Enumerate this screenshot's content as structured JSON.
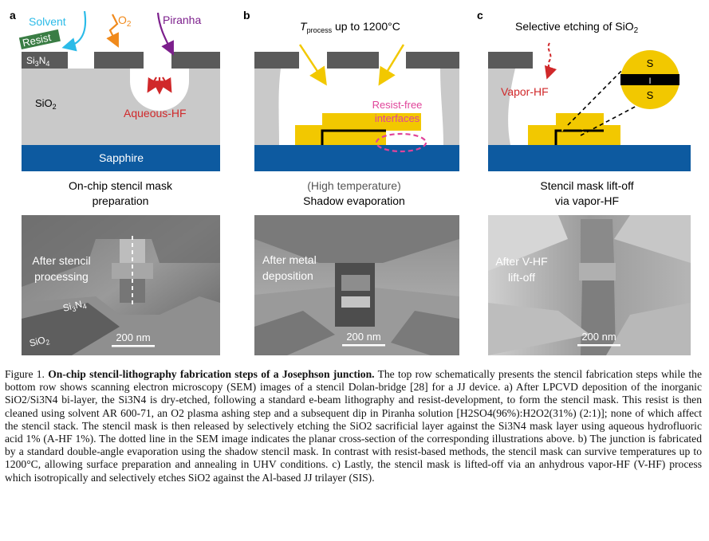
{
  "panels": [
    {
      "letter": "a",
      "labels": {
        "solvent": "Solvent",
        "o2": "O2",
        "piranha": "Piranha",
        "resist": "Resist",
        "si3n4": "Si3N4",
        "sio2": "SiO2",
        "aqueous_hf": "Aqueous-HF",
        "sapphire": "Sapphire"
      },
      "title_lines": [
        "On-chip stencil mask",
        "preparation"
      ],
      "sem": {
        "labels": [
          "After stencil",
          "processing"
        ],
        "si3n4": "Si3N4",
        "sio2": "SiO2",
        "scale": "200 nm"
      }
    },
    {
      "letter": "b",
      "labels": {
        "tprocess_prefix": "T",
        "tprocess_sub": "process",
        "tprocess_suffix": " up to 1200°C",
        "resist_free": [
          "Resist-free",
          "interfaces"
        ]
      },
      "title_lines": [
        "(High temperature)",
        "Shadow evaporation"
      ],
      "sem": {
        "labels": [
          "After metal",
          "deposition"
        ],
        "scale": "200 nm"
      }
    },
    {
      "letter": "c",
      "labels": {
        "selective": "Selective etching of SiO2",
        "vapor_hf": "Vapor-HF",
        "s_top": "S",
        "i_mid": "I",
        "s_bottom": "S"
      },
      "title_lines": [
        "Stencil mask lift-off",
        "via vapor-HF"
      ],
      "sem": {
        "labels": [
          "After V-HF",
          "lift-off"
        ],
        "scale": "200 nm"
      }
    }
  ],
  "colors": {
    "sapphire": "#0d5aa0",
    "sio2": "#c9c9c9",
    "si3n4": "#5a5a5a",
    "resist": "#3a7d44",
    "gold": "#f2c800",
    "solvent": "#2bbbe8",
    "o2": "#f08a1c",
    "piranha": "#7c1f8c",
    "hf": "#d0282a",
    "resist_free": "#e0449a"
  },
  "caption": {
    "figure_label": "Figure 1.",
    "bold_title": "On-chip stencil-lithography fabrication steps of a Josephson junction.",
    "body": "The top row schematically presents the stencil fabrication steps while the bottom row shows scanning electron microscopy (SEM) images of a stencil Dolan-bridge [28] for a JJ device. a) After LPCVD deposition of the inorganic SiO2/Si3N4 bi-layer, the Si3N4 is dry-etched, following a standard e-beam lithography and resist-development, to form the stencil mask. This resist is then cleaned using solvent AR 600-71, an O2 plasma ashing step and a subsequent dip in Piranha solution [H2SO4(96%):H2O2(31%) (2:1)]; none of which affect the stencil stack. The stencil mask is then released by selectively etching the SiO2 sacrificial layer against the Si3N4 mask layer using aqueous hydrofluoric acid 1% (A-HF 1%). The dotted line in the SEM image indicates the planar cross-section of the corresponding illustrations above. b) The junction is fabricated by a standard double-angle evaporation using the shadow stencil mask. In contrast with resist-based methods, the stencil mask can survive temperatures up to 1200°C, allowing surface preparation and annealing in UHV conditions. c) Lastly, the stencil mask is lifted-off via an anhydrous vapor-HF (V-HF) process which isotropically and selectively etches SiO2 against the Al-based JJ trilayer (SIS)."
  }
}
